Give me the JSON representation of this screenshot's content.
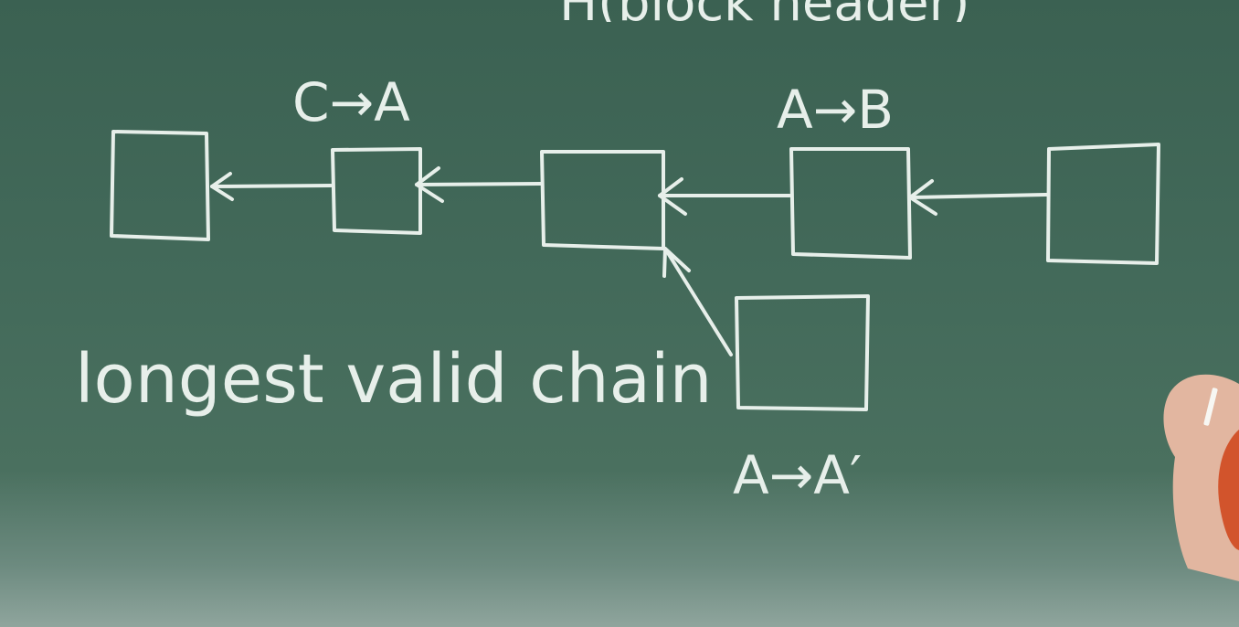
{
  "board": {
    "top_text": "H(block header)",
    "labels": {
      "c_to_a": "C→A",
      "a_to_b": "A→B",
      "a_to_a_prime": "A→A′"
    },
    "caption": "longest valid chain"
  },
  "colors": {
    "chalkboard": "#3f6556",
    "chalk": "#e7efea"
  }
}
